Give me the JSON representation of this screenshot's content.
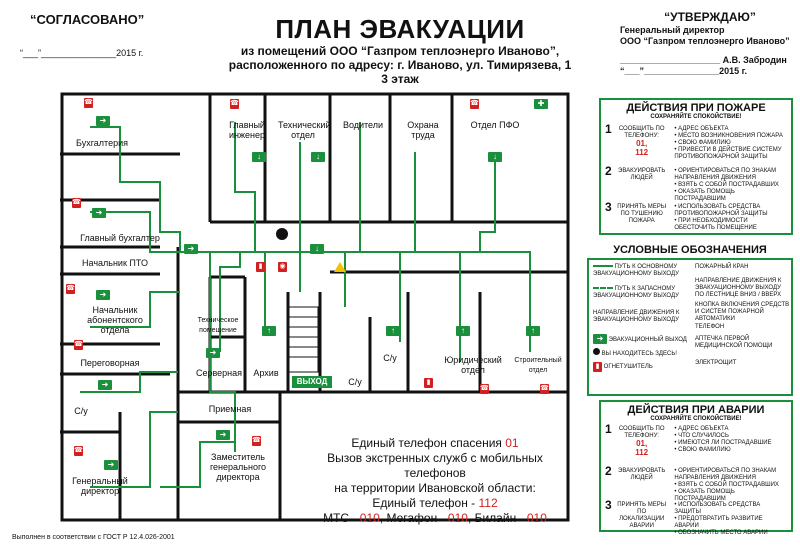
{
  "header": {
    "left_title": "“СОГЛАСОВАНО”",
    "left_sig": "“___”_______________2015 г.",
    "title": "ПЛАН ЭВАКУАЦИИ",
    "subtitle_l1": "из помещений ООО “Газпром теплоэнерго Иваново”,",
    "subtitle_l2": "расположенного по адресу:  г. Иваново, ул. Тимирязева, 1",
    "subtitle_l3": "3 этаж",
    "right_title": "“УТВЕРЖДАЮ”",
    "right_l1": "Генеральный директор",
    "right_l2": "ООО “Газпром теплоэнерго Иваново”",
    "right_l3": "____________________ А.В. Забродин",
    "right_l4": "“___”_______________2015 г."
  },
  "rooms": {
    "accounting": "Бухгалтерия",
    "chief_engineer": "Главный инженер",
    "tech_dept": "Технический отдел",
    "drivers": "Водители",
    "labor_protection": "Охрана труда",
    "pfo": "Отдел ПФО",
    "chief_accountant": "Главный бухгалтер",
    "pto_head": "Начальник ПТО",
    "subscriber_head": "Начальник абонентского отдела",
    "meeting": "Переговорная",
    "wc1": "С/у",
    "general_director": "Генеральный директор",
    "reception": "Приемная",
    "deputy": "Заместитель генерального директора",
    "tech_room": "Техническое помещение",
    "server": "Серверная",
    "archive": "Архив",
    "wc2": "С/у",
    "wc3": "С/у",
    "legal": "Юридический отдел",
    "construction": "Строительный отдел",
    "exit": "ВЫХОД"
  },
  "phones": {
    "l1a": "Единый телефон спасения ",
    "l1b": "01",
    "l2": "Вызов экстренных служб с мобильных телефонов",
    "l3": "на территории Ивановской области:",
    "l4a": "Единый телефон - ",
    "l4b": "112",
    "l5a": "МТС - ",
    "l5b": "010",
    "l5c": ", Мегафон - ",
    "l5d": "010",
    "l5e": ", Билайн - ",
    "l5f": "010"
  },
  "fire_panel": {
    "title": "ДЕЙСТВИЯ ПРИ ПОЖАРЕ",
    "sub": "СОХРАНЯЙТЕ СПОКОЙСТВИЕ!",
    "s1_num": "1",
    "s1_desc": "СООБЩИТЬ ПО ТЕЛЕФОНУ:",
    "s1_n1": "01,",
    "s1_n2": "112",
    "s1_i1": "• АДРЕС ОБЪЕКТА",
    "s1_i2": "• МЕСТО ВОЗНИКНОВЕНИЯ ПОЖАРА",
    "s1_i3": "• СВОЮ ФАМИЛИЮ",
    "s1_i4": "• ПРИВЕСТИ В ДЕЙСТВИЕ СИСТЕМУ ПРОТИВОПОЖАРНОЙ ЗАЩИТЫ",
    "s2_num": "2",
    "s2_desc": "ЭВАКУИРОВАТЬ ЛЮДЕЙ",
    "s2_i1": "• ОРИЕНТИРОВАТЬСЯ ПО ЗНАКАМ НАПРАВЛЕНИЯ ДВИЖЕНИЯ",
    "s2_i2": "• ВЗЯТЬ С СОБОЙ ПОСТРАДАВШИХ",
    "s2_i3": "• ОКАЗАТЬ ПОМОЩЬ ПОСТРАДАВШИМ",
    "s3_num": "3",
    "s3_desc": "ПРИНЯТЬ МЕРЫ ПО ТУШЕНИЮ ПОЖАРА",
    "s3_i1": "• ИСПОЛЬЗОВАТЬ СРЕДСТВА ПРОТИВОПОЖАРНОЙ ЗАЩИТЫ",
    "s3_i2": "• ПРИ НЕОБХОДИМОСТИ ОБЕСТОЧИТЬ ПОМЕЩЕНИЕ"
  },
  "legend": {
    "title": "УСЛОВНЫЕ ОБОЗНАЧЕНИЯ",
    "main_path": "ПУТЬ К ОСНОВНОМУ ЭВАКУАЦИОННОМУ ВЫХОДУ",
    "reserve_path": "ПУТЬ К ЗАПАСНОМУ ЭВАКУАЦИОННОМУ ВЫХОДУ",
    "direction": "НАПРАВЛЕНИЕ ДВИЖЕНИЯ К ЭВАКУАЦИОННОМУ ВЫХОДУ",
    "exit": "ЭВАКУАЦИОННЫЙ ВЫХОД",
    "you_here": "ВЫ НАХОДИТЕСЬ ЗДЕСЬ!",
    "extinguisher": "ОГНЕТУШИТЕЛЬ",
    "hydrant": "ПОЖАРНЫЙ КРАН",
    "stairs": "НАПРАВЛЕНИЕ ДВИЖЕНИЯ К ЭВАКУАЦИОННОМУ ВЫХОДУ ПО ЛЕСТНИЦЕ ВНИЗ / ВВЕРХ",
    "button": "КНОПКА ВКЛЮЧЕНИЯ СРЕДСТВ И СИСТЕМ ПОЖАРНОЙ АВТОМАТИКИ",
    "phone": "ТЕЛЕФОН",
    "first_aid": "АПТЕЧКА ПЕРВОЙ МЕДИЦИНСКОЙ ПОМОЩИ",
    "electric": "ЭЛЕКТРОЩИТ"
  },
  "accident_panel": {
    "title": "ДЕЙСТВИЯ ПРИ АВАРИИ",
    "sub": "СОХРАНЯЙТЕ СПОКОЙСТВИЕ!",
    "s1_num": "1",
    "s1_desc": "СООБЩИТЬ ПО ТЕЛЕФОНУ:",
    "s1_n1": "01,",
    "s1_n2": "112",
    "s1_i1": "• АДРЕС ОБЪЕКТА",
    "s1_i2": "• ЧТО СЛУЧИЛОСЬ",
    "s1_i3": "• ИМЕЮТСЯ ЛИ ПОСТРАДАВШИЕ",
    "s1_i4": "• СВОЮ ФАМИЛИЮ",
    "s2_num": "2",
    "s2_desc": "ЭВАКУИРОВАТЬ ЛЮДЕЙ",
    "s2_i1": "• ОРИЕНТИРОВАТЬСЯ ПО ЗНАКАМ НАПРАВЛЕНИЯ ДВИЖЕНИЯ",
    "s2_i2": "• ВЗЯТЬ С СОБОЙ ПОСТРАДАВШИХ",
    "s2_i3": "• ОКАЗАТЬ ПОМОЩЬ ПОСТРАДАВШИМ",
    "s3_num": "3",
    "s3_desc": "ПРИНЯТЬ МЕРЫ ПО ЛОКАЛИЗАЦИИ АВАРИИ",
    "s3_i1": "• ИСПОЛЬЗОВАТЬ СРЕДСТВА ЗАЩИТЫ",
    "s3_i2": "• ПРЕДОТВРАТИТЬ РАЗВИТИЕ АВАРИИ",
    "s3_i3": "• ОБОЗНАЧИТЬ МЕСТО АВАРИИ"
  },
  "footer": "Выполнен в соответствии с ГОСТ Р 12.4.026-2001",
  "colors": {
    "green": "#1a8f3c",
    "red": "#d21f1f",
    "wall": "#111111"
  }
}
